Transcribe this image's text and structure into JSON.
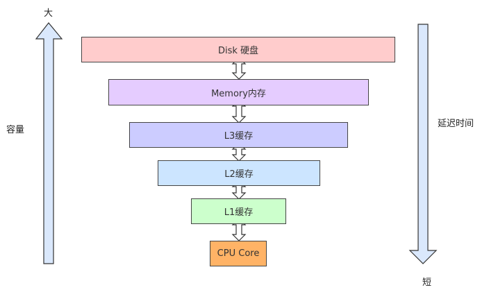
{
  "left_axis": {
    "top_label": "大",
    "label": "容量"
  },
  "right_axis": {
    "label": "延迟时间",
    "bottom_label": "短"
  },
  "levels": [
    {
      "label": "Disk 硬盘",
      "fill": "#ffcccc"
    },
    {
      "label": "Memory内存",
      "fill": "#e5ccff"
    },
    {
      "label": "L3缓存",
      "fill": "#ccccff"
    },
    {
      "label": "L2缓存",
      "fill": "#cce5ff"
    },
    {
      "label": "L1缓存",
      "fill": "#ccffcc"
    },
    {
      "label": "CPU Core",
      "fill": "#ffb366"
    }
  ],
  "colors": {
    "axis_arrow_fill": "#dae8fc",
    "stroke": "#333333"
  }
}
